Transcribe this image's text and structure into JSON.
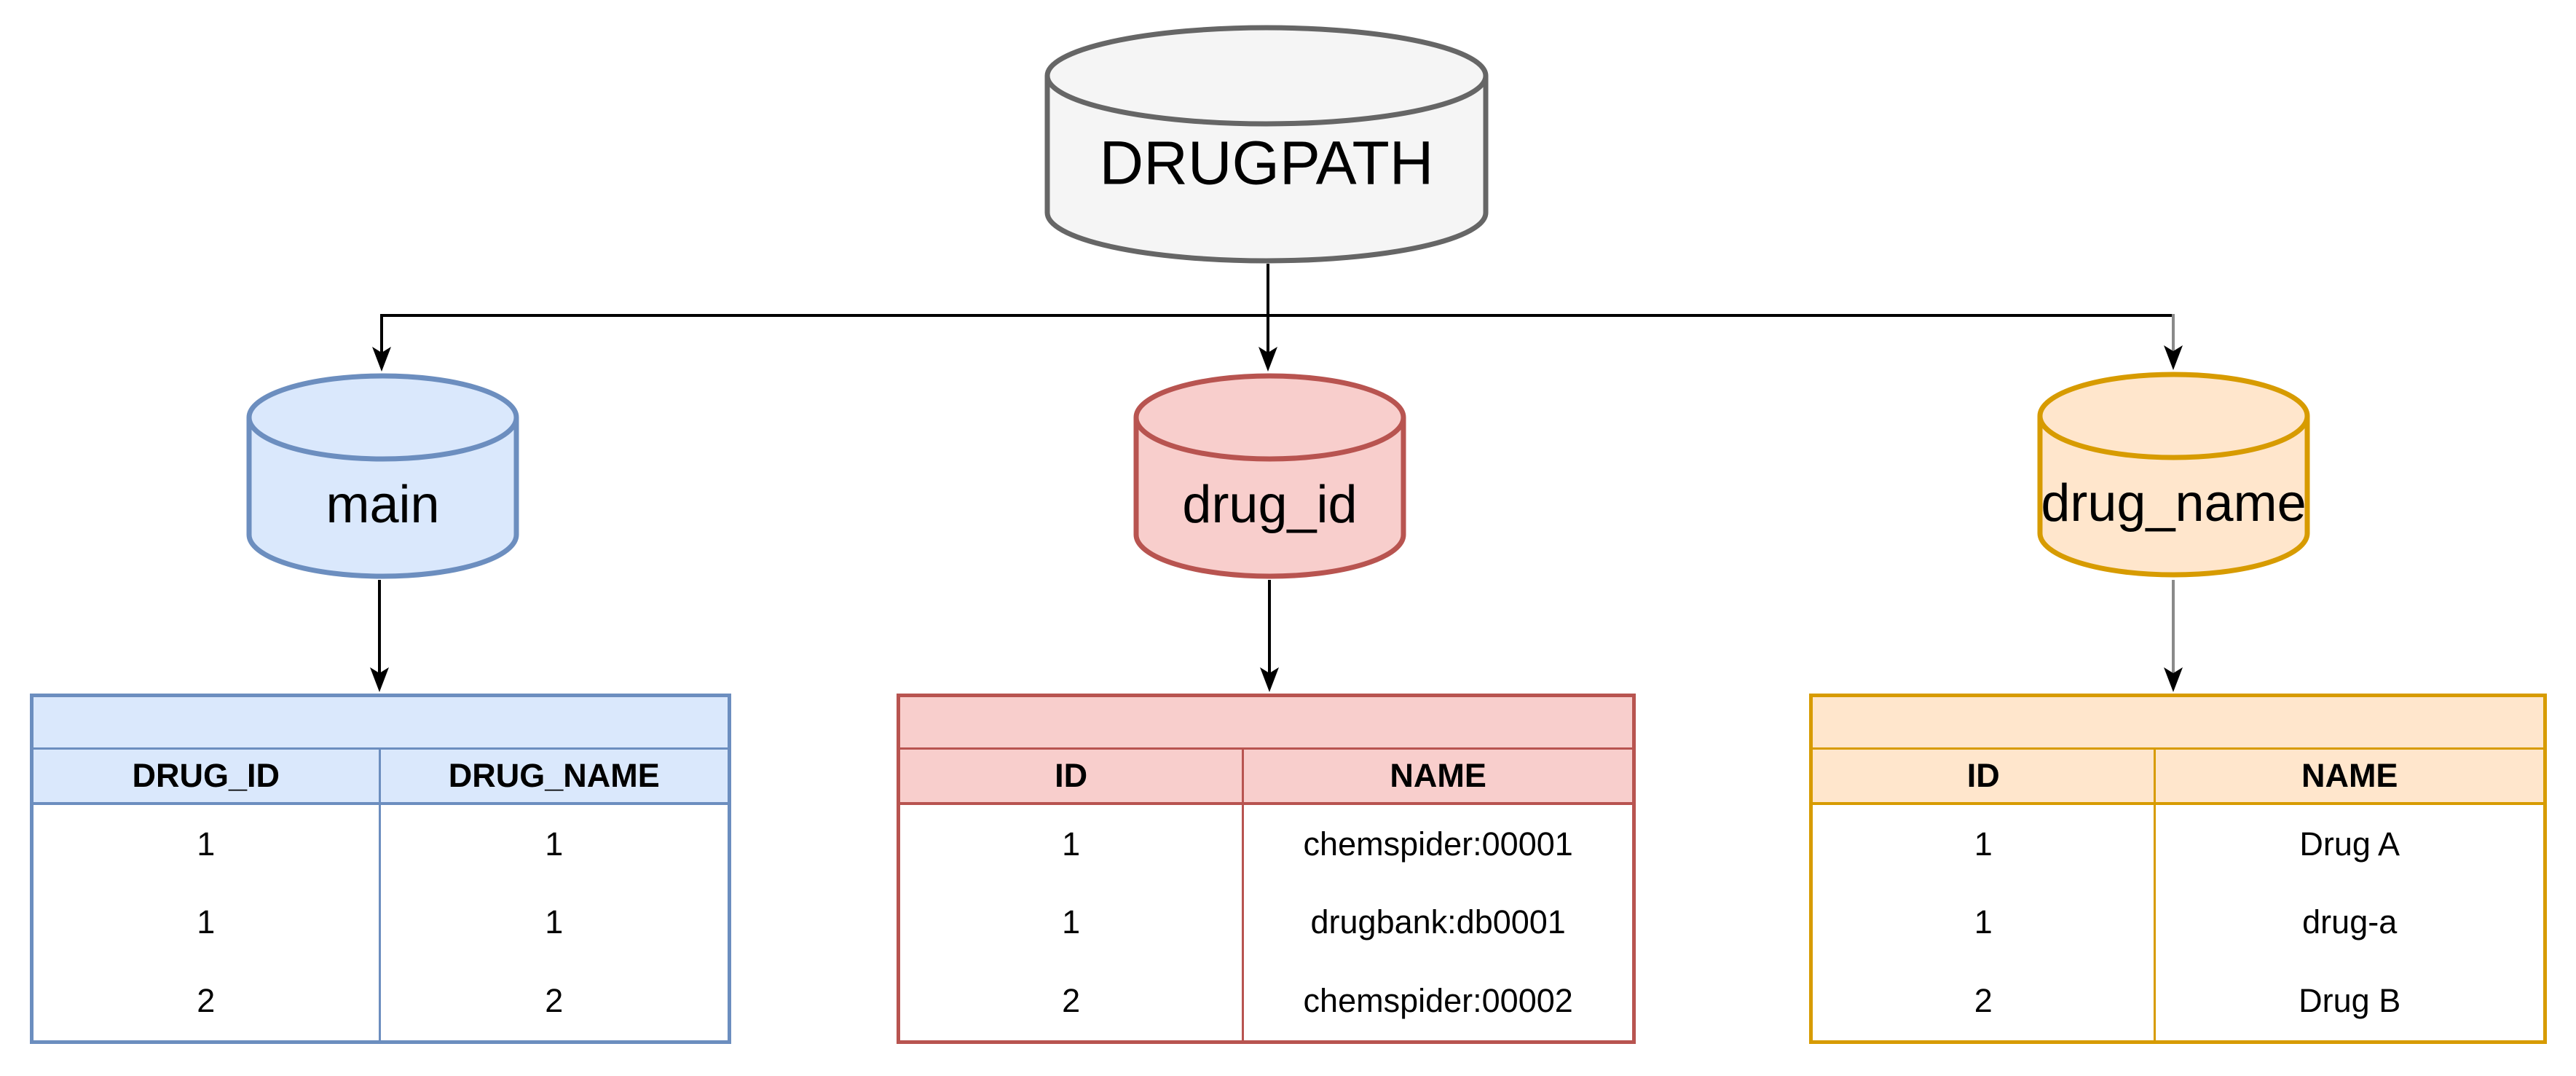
{
  "diagram": {
    "root_node": {
      "label": "DRUGPATH",
      "fill": "#f5f5f5",
      "stroke": "#666666"
    },
    "nodes": [
      {
        "label": "main",
        "fill": "#dae8fc",
        "stroke": "#6c8ebf",
        "table": {
          "headers": [
            "DRUG_ID",
            "DRUG_NAME"
          ],
          "rows": [
            [
              "1",
              "1"
            ],
            [
              "1",
              "1"
            ],
            [
              "2",
              "2"
            ]
          ]
        }
      },
      {
        "label": "drug_id",
        "fill": "#f8cecc",
        "stroke": "#b85450",
        "table": {
          "headers": [
            "ID",
            "NAME"
          ],
          "rows": [
            [
              "1",
              "chemspider:00001"
            ],
            [
              "1",
              "drugbank:db0001"
            ],
            [
              "2",
              "chemspider:00002"
            ]
          ]
        }
      },
      {
        "label": "drug_name",
        "fill": "#ffe6cc",
        "stroke": "#d79b00",
        "table": {
          "headers": [
            "ID",
            "NAME"
          ],
          "rows": [
            [
              "1",
              "Drug A"
            ],
            [
              "1",
              "drug-a"
            ],
            [
              "2",
              "Drug B"
            ]
          ]
        }
      }
    ]
  }
}
